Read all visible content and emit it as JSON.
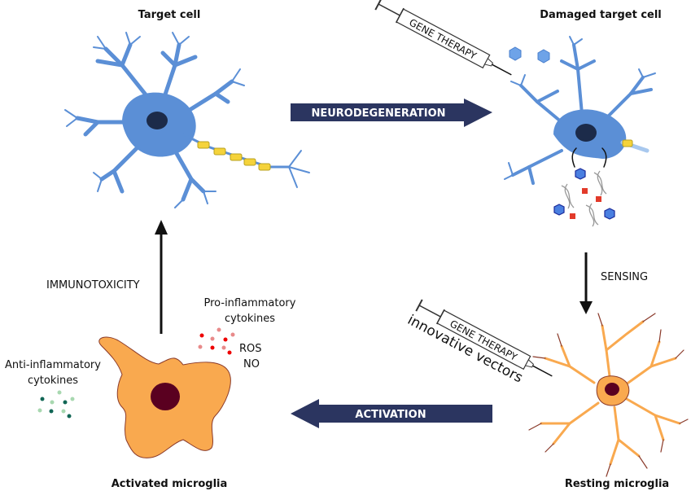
{
  "titles": {
    "target_cell": "Target cell",
    "damaged_target_cell": "Damaged target cell",
    "activated_microglia": "Activated microglia",
    "resting_microglia": "Resting microglia"
  },
  "arrows": {
    "neurodegeneration": "NEURODEGENERATION",
    "activation": "ACTIVATION",
    "sensing": "SENSING",
    "immunotoxicity": "IMMUNOTOXICITY"
  },
  "syringes": {
    "top_label": "GENE THERAPY",
    "bottom_label": "GENE THERAPY",
    "bottom_caption": "innovative vectors"
  },
  "labels": {
    "pro_inflammatory_1": "Pro-inflammatory",
    "pro_inflammatory_2": "cytokines",
    "anti_inflammatory_1": "Anti-inflammatory",
    "anti_inflammatory_2": "cytokines",
    "ros": "ROS",
    "no": "NO"
  },
  "colors": {
    "neuron": "#5b8fd6",
    "nucleus_neuron": "#1c2b4a",
    "microglia": "#f9a94f",
    "microglia_nucleus": "#5a0020",
    "arrow": "#2b3560",
    "myelin": "#f5d33a"
  }
}
